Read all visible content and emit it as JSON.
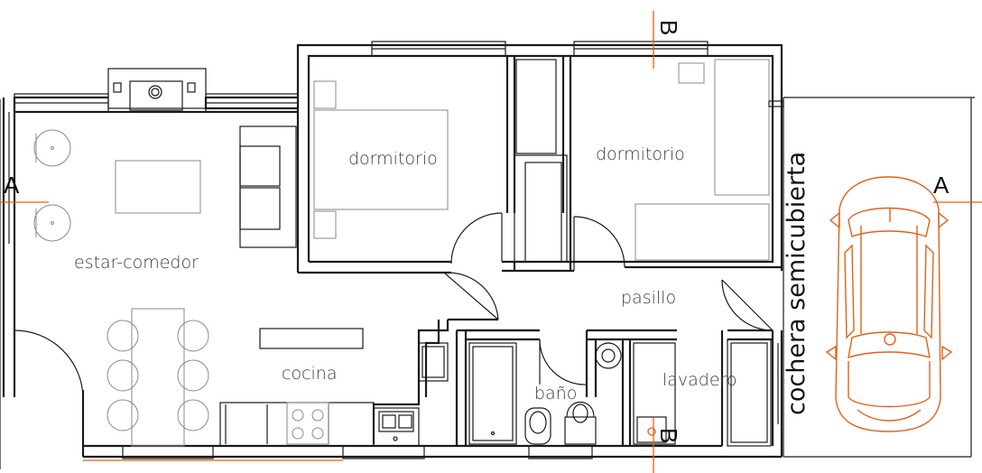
{
  "rooms": {
    "estar_comedor": "estar-comedor",
    "dormitorio_1": "dormitorio",
    "dormitorio_2": "dormitorio",
    "pasillo": "pasillo",
    "cocina": "cocina",
    "bano": "baño",
    "lavadero": "lavadero",
    "cochera": "cochera semicubierta"
  },
  "section_marks": {
    "a_left": "A",
    "a_right": "A",
    "b_top": "B",
    "b_bottom": "B"
  },
  "colors": {
    "walls": "#1a1a1a",
    "furniture": "#8a8a8a",
    "vehicle_and_section_lines": "#e0611a"
  }
}
